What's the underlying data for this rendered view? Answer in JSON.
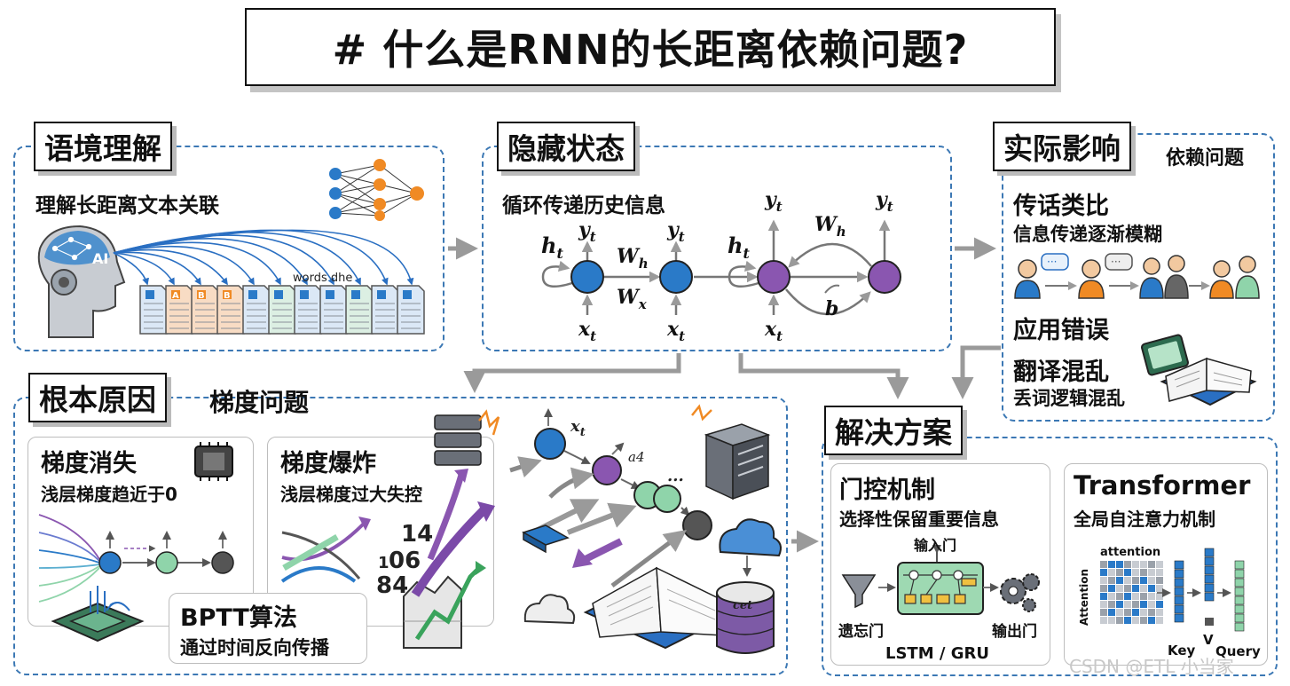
{
  "title": "# 什么是RNN的长距离依赖问题?",
  "context": {
    "heading": "语境理解",
    "subtitle": "理解长距离文本关联",
    "ai_label": "AI",
    "doc_caption": "words dhe",
    "doc_letters": [
      "",
      "A",
      "B",
      "B",
      "",
      "",
      "",
      "",
      "",
      "",
      ""
    ]
  },
  "hidden": {
    "heading": "隐藏状态",
    "subtitle": "循环传递历史信息",
    "h_label": "h",
    "y_label": "y",
    "x_label": "x",
    "t_sub": "t",
    "wh_label": "W",
    "wh_sub": "h",
    "wx_label": "W",
    "wx_sub": "x",
    "b_label": "b"
  },
  "impact": {
    "heading": "实际影响",
    "tag": "依赖问题",
    "analogy_title": "传话类比",
    "analogy_sub": "信息传递逐渐模糊",
    "error_title": "应用错误",
    "translate_title": "翻译混乱",
    "translate_sub": "丢词逻辑混乱"
  },
  "root": {
    "heading": "根本原因",
    "tag": "梯度问题",
    "vanish_title": "梯度消失",
    "vanish_sub": "浅层梯度趋近于0",
    "explode_title": "梯度爆炸",
    "explode_sub": "浅层梯度过大失控",
    "numbers": [
      "14",
      "1",
      "06",
      "84"
    ],
    "bptt_title": "BPTT算法",
    "bptt_sub": "通过时间反向传播",
    "x_label": "x",
    "t_sub": "t",
    "a4_label": "a4",
    "ellipsis": "...",
    "cet_label": "cet"
  },
  "solution": {
    "heading": "解决方案",
    "gate_title": "门控机制",
    "gate_sub": "选择性保留重要信息",
    "input_gate": "输入门",
    "forget_gate": "遗忘门",
    "output_gate": "输出门",
    "lstm_label": "LSTM / GRU",
    "tf_title": "Transformer",
    "tf_sub": "全局自注意力机制",
    "attention_top": "attention",
    "attention_side": "Attention",
    "key_label": "Key",
    "v_label": "V",
    "query_label": "Query"
  },
  "watermark": "CSDN @ETL 小当家",
  "colors": {
    "blue_node": "#2a7ac8",
    "purple_node": "#8a56b0",
    "green_node": "#8fd4aa",
    "dark_node": "#555555",
    "dash_border": "#3c78b4",
    "orange": "#f08a24"
  }
}
